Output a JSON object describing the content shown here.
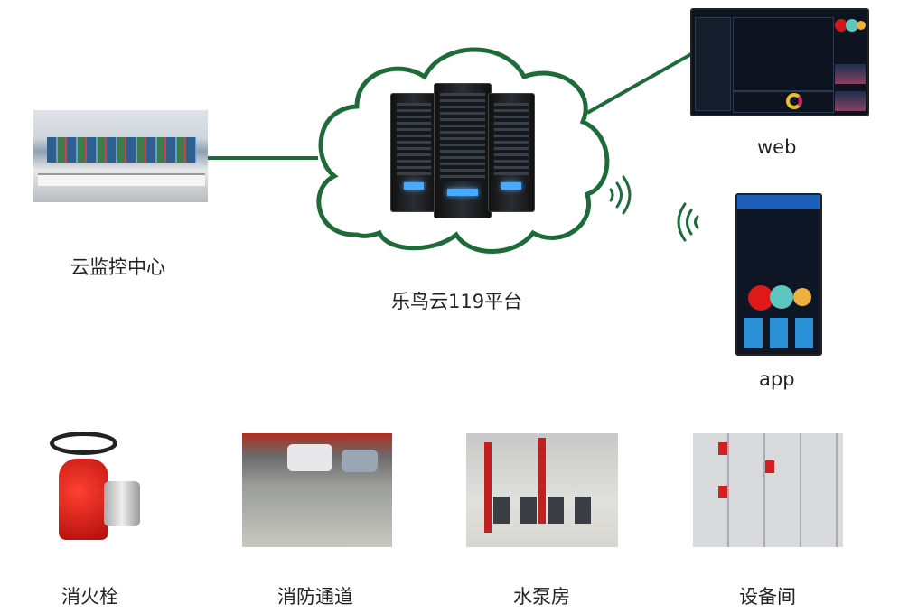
{
  "nodes": {
    "monitor_center": "云监控中心",
    "platform": "乐鸟云119平台",
    "web": "web",
    "app": "app"
  },
  "devices": [
    {
      "label": "消火栓"
    },
    {
      "label": "消防通道"
    },
    {
      "label": "水泵房"
    },
    {
      "label": "设备间"
    }
  ],
  "colors": {
    "link": "#1e6b3a",
    "cloud_stroke": "#1e6b3a"
  }
}
